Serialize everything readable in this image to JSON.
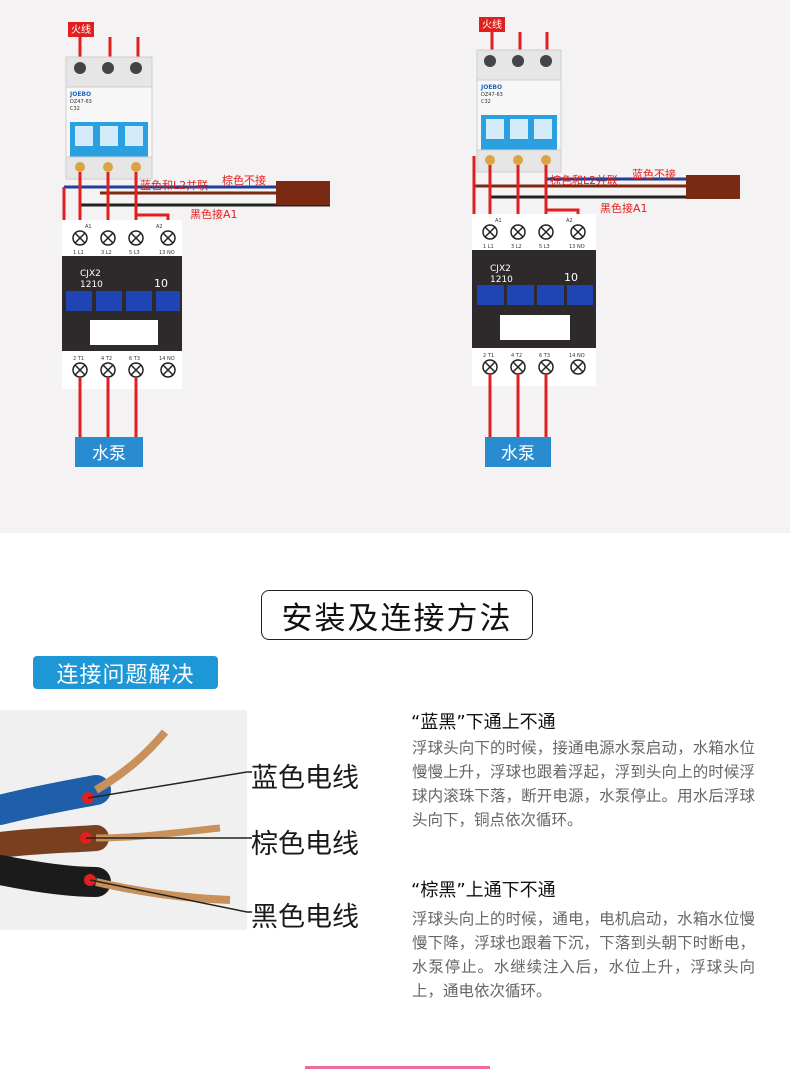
{
  "diagrams": [
    {
      "live_wire_label": "火线",
      "breaker": {
        "brand": "JOEBO",
        "model": "DZ47-63",
        "rating": "C32"
      },
      "contactor": {
        "model": "CJX2",
        "code": "1210",
        "number": "10"
      },
      "terminals_top": [
        "1 L1",
        "3 L2",
        "5 L3",
        "13 NO"
      ],
      "terminals_bottom": [
        "2 T1",
        "4 T2",
        "6 T3",
        "14 NO"
      ],
      "coil_terminals": [
        "A1",
        "A2"
      ],
      "callout_blue": "蓝色和L2并联",
      "callout_brown": "棕色不接",
      "callout_black": "黑色接A1",
      "pump_label": "水泵"
    },
    {
      "live_wire_label": "火线",
      "breaker": {
        "brand": "JOEBO",
        "model": "DZ47-63",
        "rating": "C32"
      },
      "contactor": {
        "model": "CJX2",
        "code": "1210",
        "number": "10"
      },
      "terminals_top": [
        "1 L1",
        "3 L2",
        "5 L3",
        "13 NO"
      ],
      "terminals_bottom": [
        "2 T1",
        "4 T2",
        "6 T3",
        "14 NO"
      ],
      "coil_terminals": [
        "A1",
        "A2"
      ],
      "callout_brown": "棕色和L2并联",
      "callout_blue": "蓝色不接",
      "callout_black": "黑色接A1",
      "pump_label": "水泵"
    }
  ],
  "section_heading": "安装及连接方法",
  "badge": "连接问题解决",
  "wire_labels": {
    "blue": "蓝色电线",
    "brown": "棕色电线",
    "black": "黑色电线"
  },
  "blocks": [
    {
      "title": "“蓝黑”下通上不通",
      "body": "浮球头向下的时候，接通电源水泵启动，水箱水位慢慢上升，浮球也跟着浮起，浮到头向上的时候浮球内滚珠下落，断开电源，水泵停止。用水后浮球头向下，铜点依次循环。"
    },
    {
      "title": "“棕黑”上通下不通",
      "body": "浮球头向上的时候，通电，电机启动，水箱水位慢慢下降，浮球也跟着下沉，下落到头朝下时断电，水泵停止。水继续注入后，水位上升，浮球头向上，通电依次循环。"
    }
  ],
  "colors": {
    "red_wire": "#e0201f",
    "blue_wire": "#1f3f9c",
    "brown_wire": "#7a2a12",
    "callout_text": "#e0201f",
    "badge": "#1d97d6",
    "pump_box": "#2a8cd0",
    "breaker_blue": "#2aa0e0",
    "contactor_dark": "#2e2a2b"
  }
}
